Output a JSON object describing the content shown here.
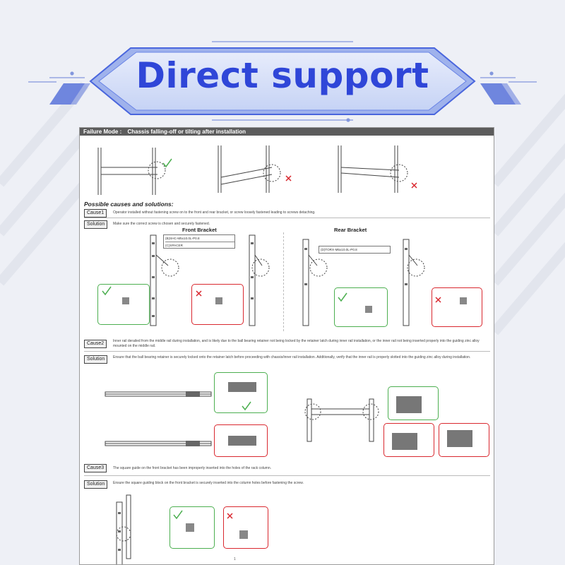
{
  "banner": {
    "title": "Direct support"
  },
  "colors": {
    "accent": "#2f46d8",
    "ok": "#4caf50",
    "bad": "#d9282f"
  },
  "doc": {
    "failure_mode_label": "Failure Mode :",
    "failure_mode_text": "Chassis falling-off or tilting after installation",
    "possible_heading": "Possible causes and solutions:",
    "cause1": {
      "tag": "Cause1",
      "text": "Operator installed without fastening screw on to the front and rear bracket, or screw loosely fastened leading to screws detaching."
    },
    "solution1": {
      "tag": "Solution",
      "text": "Make sure the correct screw is chosen and securely fastened."
    },
    "front_bracket": {
      "title": "Front Bracket",
      "spec_rows": [
        "(B)SHC-M5x10.0L-P0.8",
        "(C)SPACER"
      ]
    },
    "rear_bracket": {
      "title": "Rear Bracket",
      "spec_rows": [
        "(D)TORX-M5x10.0L-P0.8"
      ]
    },
    "cause2": {
      "tag": "Cause2",
      "text": "Inner rail derailed from the middle rail during installation, and is likely due to the ball bearing retainer not being locked by the retainer latch during inner rail installation, or the inner rail not being inserted properly into the guiding zinc alloy mounted on the middle rail."
    },
    "solution2": {
      "tag": "Solution",
      "text": "Ensure that the ball bearing retainer is securely locked onto the retainer latch before proceeding with chassis/inner rail installation. Additionally, verify that the inner rail is properly slotted into the guiding zinc alloy during installation."
    },
    "cause3": {
      "tag": "Cause3",
      "text": "The square guide on the front bracket has been improperly inserted into the holes of the rack column."
    },
    "solution3": {
      "tag": "Solution",
      "text": "Ensure the square guiding block on the front bracket is securely inserted into the column holes before fastening the screw."
    },
    "page_number": "1"
  }
}
